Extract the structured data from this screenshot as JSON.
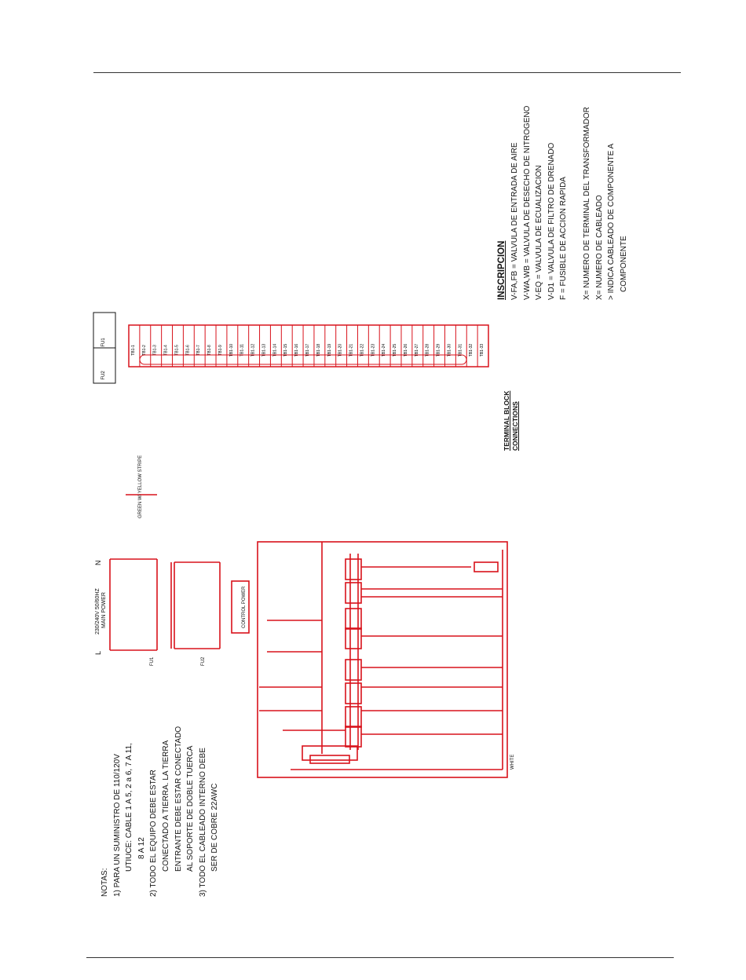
{
  "legend": {
    "heading": "INSCRIPCION",
    "lines": [
      "V-FA,FB = VALVULA DE ENTRADA DE AIRE",
      "V-WA,WB = VALVULA DE DESECHO DE NITROGENO",
      "V-EQ = VALVULA DE ECUALIZACION",
      "V-D1 = VALVULA DE FILTRO DE DRENADO",
      "F = FUSIBLE DE ACCION RAPIDA"
    ],
    "lines2": [
      "X= NUMERO DE TERMINAL DEL TRANSFORMADOR",
      "X= NUMERO DE CABLEADO",
      "> INDICA CABLEADO DE COMPONENTE A",
      "COMPONENTE"
    ]
  },
  "terminal_block": {
    "title_line1": "TERMINAL BLOCK",
    "title_line2": "CONNECTIONS",
    "terminals": [
      "FU1",
      "FU2",
      "TB1-1",
      "TB1-2",
      "TB1-3",
      "TB1-4",
      "TB1-5",
      "TB1-6",
      "TB1-7",
      "TB1-8",
      "TB1-9",
      "TB1-10",
      "TB1-11",
      "TB1-12",
      "TB1-13",
      "TB1-14",
      "TB1-15",
      "TB1-16",
      "TB1-17",
      "TB1-18",
      "TB1-19",
      "TB1-20",
      "TB1-21",
      "TB1-22",
      "TB1-23",
      "TB1-24",
      "TB1-25",
      "TB1-26",
      "TB1-27",
      "TB1-28",
      "TB1-29",
      "TB1-30",
      "TB1-31",
      "TB1-32",
      "TB1-33"
    ]
  },
  "notes": {
    "title": "NOTAS:",
    "n1a": "1) PARA UN SUMINISTRO DE 110/120V",
    "n1b": "UTIUCE: CABLE 1 A 5, 2 a 6, 7 A 11,",
    "n1c": "8 A 12",
    "n2a": "2) TODO EL EQUIPO DEBE ESTAR",
    "n2b": "CONECTADO A TIERRA. LA TIERRA",
    "n2c": "ENTRANTE DEBE ESTAR CONECTADO",
    "n2d": "AL SOPORTE DE DOBLE TUERCA",
    "n3a": "3) TODO EL CABLEADO INTERNO DEBE",
    "n3b": "SER DE COBRE 22AWC"
  },
  "schematic": {
    "power_label": "230/240V 50/60HZ",
    "power_label2": "MAIN POWER",
    "line": "L",
    "neutral": "N",
    "fuse1": "FU1",
    "fuse2": "FU2",
    "control_power": "CONTROL POWER",
    "ground_label": "GREEN W/ YELLOW STRIPE",
    "white": "WHITE"
  },
  "colors": {
    "red": "#d8121b",
    "ink": "#111111"
  }
}
